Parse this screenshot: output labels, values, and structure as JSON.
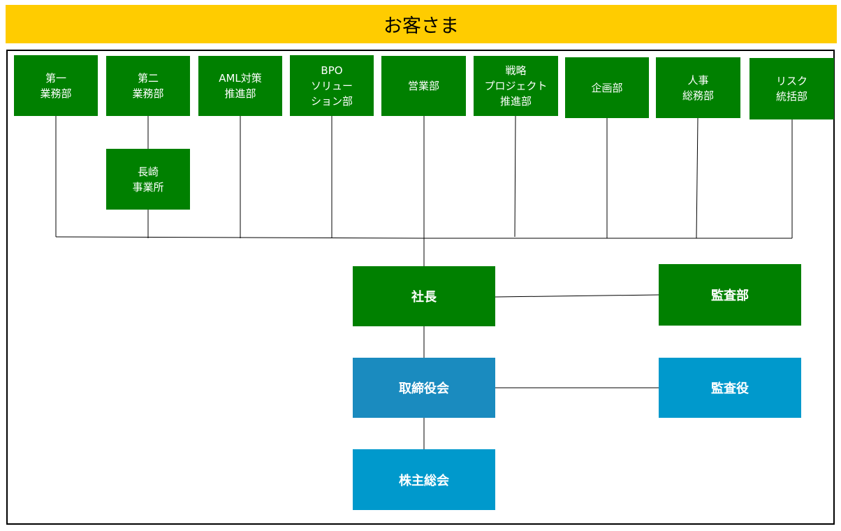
{
  "title": "お客さま",
  "colors": {
    "banner": "#ffcc00",
    "green": "#008000",
    "board_blue": "#1a8bbf",
    "light_blue": "#0099cc",
    "line": "#000000"
  },
  "departments": {
    "dai1": "第一\n業務部",
    "dai2": "第二\n業務部",
    "aml": "AML対策\n推進部",
    "bpo": "BPO\nソリュー\nション部",
    "eigyo": "営業部",
    "senryaku": "戦略\nプロジェクト\n推進部",
    "kikaku": "企画部",
    "jinji": "人事\n総務部",
    "risk": "リスク\n統括部",
    "nagasaki": "長崎\n事業所"
  },
  "executive": {
    "president": "社長",
    "audit_dept": "監査部",
    "board": "取締役会",
    "auditor": "監査役",
    "shareholders": "株主総会"
  }
}
